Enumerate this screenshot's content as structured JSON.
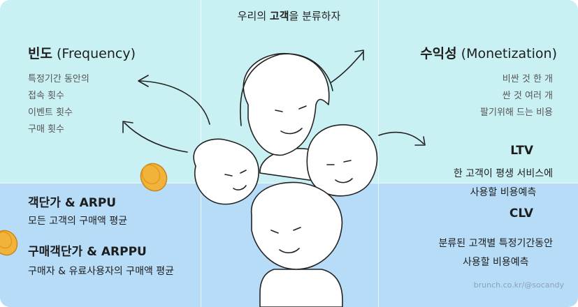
{
  "title": {
    "pre": "우리의 ",
    "bold": "고객",
    "post": "을 분류하자"
  },
  "frequency": {
    "title_bold": "빈도",
    "title_rest": " (Frequency)",
    "items": [
      "특정기간 동안의",
      "접속 횟수",
      "이벤트 횟수",
      "구매 횟수"
    ]
  },
  "monetization": {
    "title_bold": "수익성",
    "title_rest": " (Monetization)",
    "items": [
      "비싼 것 한 개",
      "싼 것 여러 개",
      "팔기위해 드는 비용"
    ]
  },
  "ltv": {
    "title": "LTV",
    "lines": [
      "한 고객이 평생 서비스에",
      "사용할 비용예측"
    ]
  },
  "clv": {
    "title": "CLV",
    "lines": [
      "분류된 고객별 특정기간동안",
      "사용할 비용예측"
    ]
  },
  "arpu": {
    "title": "객단가 & ARPU",
    "desc": "모든 고객의 구매액 평균"
  },
  "arppu": {
    "title": "구매객단가 & ARPPU",
    "desc": "구매자 & 유료사용자의 구매액 평균"
  },
  "credit": "brunch.co.kr/@socandy",
  "colors": {
    "top_bg": "#c9f1f4",
    "bottom_bg": "#b7dcf7",
    "coin": "#f2b33a"
  },
  "illustration": {
    "subject": "group of four cartoon faces",
    "icons": [
      "arrow-icon",
      "coin-icon"
    ]
  }
}
